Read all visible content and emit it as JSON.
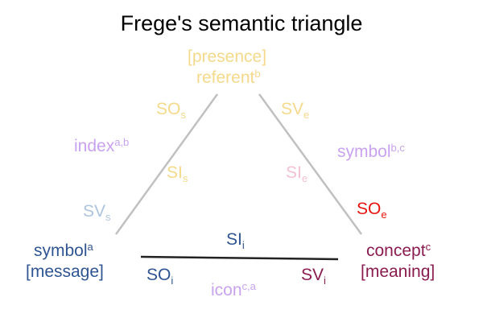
{
  "title": "Frege's semantic triangle",
  "colors": {
    "yellow": "#f5d98b",
    "purple": "#c9a2f0",
    "blue": "#2e5592",
    "light_blue": "#aec4df",
    "maroon": "#8a1c4f",
    "pink": "#f4c1d1",
    "red": "#e8140f",
    "gray_line": "#c0c0c0",
    "black_line": "#222222"
  },
  "nodes": {
    "referent": {
      "line1": "[presence]",
      "line2": "referent",
      "sup": "b"
    },
    "symbol": {
      "line1": "symbol",
      "sup": "a",
      "line2": "[message]"
    },
    "concept": {
      "line1": "concept",
      "sup": "c",
      "line2": "[meaning]"
    }
  },
  "edge_labels": {
    "so_s": {
      "main": "SO",
      "sub": "s"
    },
    "sv_e": {
      "main": "SV",
      "sub": "e"
    },
    "index": {
      "main": "index",
      "sup": "a,b"
    },
    "symbol_bc": {
      "main": "symbol",
      "sup": "b,c"
    },
    "si_s": {
      "main": "SI",
      "sub": "s"
    },
    "si_e": {
      "main": "SI",
      "sub": "e"
    },
    "sv_s": {
      "main": "SV",
      "sub": "s"
    },
    "so_e": {
      "main": "SO",
      "sub": "e"
    },
    "si_i": {
      "main": "SI",
      "sub": "i"
    },
    "so_i": {
      "main": "SO",
      "sub": "i"
    },
    "sv_i": {
      "main": "SV",
      "sub": "i"
    },
    "icon": {
      "main": "icon",
      "sup": "c,a"
    }
  }
}
